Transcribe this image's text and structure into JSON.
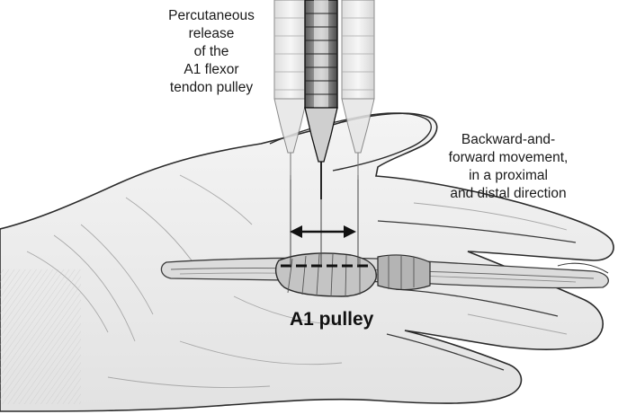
{
  "labels": {
    "percutaneous_release": [
      "Percutaneous",
      "release",
      "of the",
      "A1 flexor",
      "tendon pulley"
    ],
    "movement": [
      "Backward-and-",
      "forward movement,",
      "in a proximal",
      "and distal direction"
    ],
    "pulley": "A1 pulley"
  },
  "colors": {
    "ink": "#1a1a1a",
    "skin": "#ffffff",
    "shading": "#cfcfcf",
    "tendon": "#9a9a9a",
    "syringe_body": "#ececec"
  },
  "icons": [
    "needle-syringe-icon",
    "double-arrow-icon"
  ]
}
